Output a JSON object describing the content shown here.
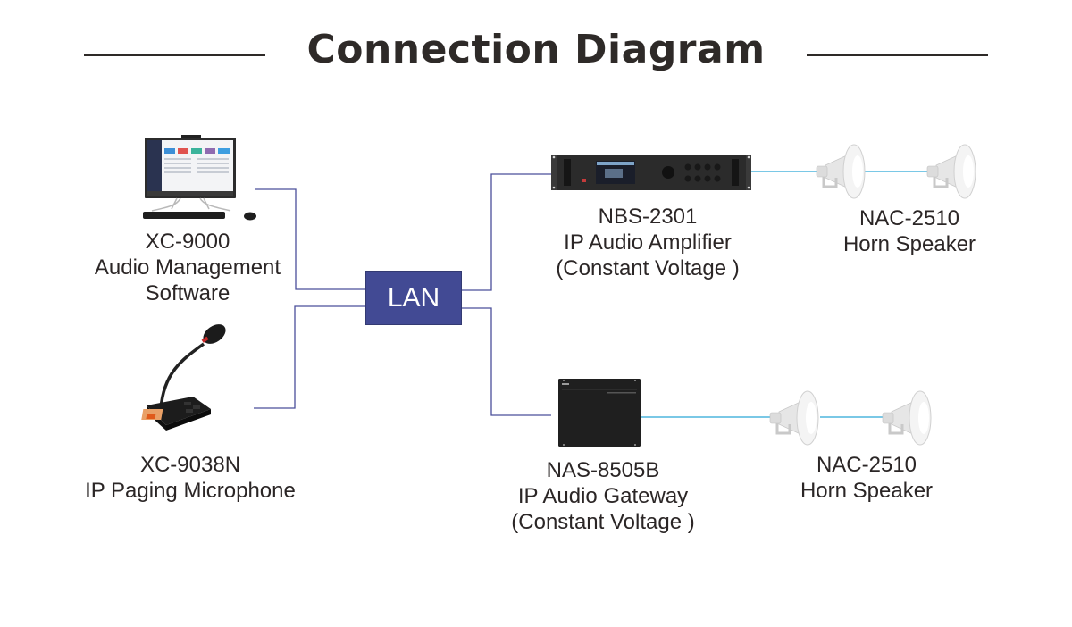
{
  "title": "Connection Diagram",
  "colors": {
    "network_line": "#4a4f9a",
    "speaker_line": "#2aa7d8",
    "lan_box": "#424a94",
    "title_text": "#2e2a28"
  },
  "hub": {
    "label": "LAN",
    "icon": "network-switch"
  },
  "devices": {
    "software": {
      "model": "XC-9000",
      "line2": "Audio Management",
      "line3": "Software",
      "icon": "all-in-one-pc-icon"
    },
    "microphone": {
      "model": "XC-9038N",
      "line2": "IP Paging Microphone",
      "icon": "paging-microphone-icon"
    },
    "amplifier": {
      "model": "NBS-2301",
      "line2": "IP Audio Amplifier",
      "line3": "(Constant Voltage )",
      "icon": "rack-amplifier-icon"
    },
    "gateway": {
      "model": "NAS-8505B",
      "line2": "IP Audio Gateway",
      "line3": "(Constant Voltage )",
      "icon": "audio-gateway-icon"
    },
    "speakers_top": {
      "model": "NAC-2510",
      "line2": "Horn Speaker",
      "count": 2,
      "icon": "horn-speaker-icon"
    },
    "speakers_bottom": {
      "model": "NAC-2510",
      "line2": "Horn Speaker",
      "count": 2,
      "icon": "horn-speaker-icon"
    }
  },
  "connections": [
    {
      "from": "XC-9000",
      "to": "LAN",
      "type": "network"
    },
    {
      "from": "XC-9038N",
      "to": "LAN",
      "type": "network"
    },
    {
      "from": "LAN",
      "to": "NBS-2301",
      "type": "network"
    },
    {
      "from": "LAN",
      "to": "NAS-8505B",
      "type": "network"
    },
    {
      "from": "NBS-2301",
      "to": "NAC-2510",
      "type": "speaker"
    },
    {
      "from": "NAS-8505B",
      "to": "NAC-2510",
      "type": "speaker"
    }
  ]
}
